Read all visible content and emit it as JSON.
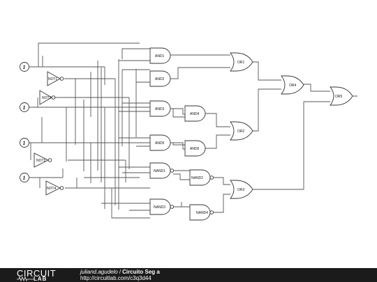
{
  "footer": {
    "logo_top": "CIRCUIT",
    "logo_bottom": "LAB",
    "author": "juliand.agudelo",
    "separator": "/",
    "title": "Circuito Seg a",
    "url": "http://circuitlab.com/c3q3d44"
  },
  "inputs": [
    {
      "label": "1"
    },
    {
      "label": "1"
    },
    {
      "label": "1"
    },
    {
      "label": "1"
    }
  ],
  "gates": [
    {
      "label": "NOT1"
    },
    {
      "label": "NOT2"
    },
    {
      "label": "NOT3"
    },
    {
      "label": "NOT4"
    },
    {
      "label": "AND1"
    },
    {
      "label": "AND2"
    },
    {
      "label": "AND3"
    },
    {
      "label": "AND4"
    },
    {
      "label": "AND5"
    },
    {
      "label": "AND6"
    },
    {
      "label": "NAND1"
    },
    {
      "label": "NAND2"
    },
    {
      "label": "NAND3"
    },
    {
      "label": "NAND4"
    },
    {
      "label": "OR1"
    },
    {
      "label": "OR2"
    },
    {
      "label": "OR3"
    },
    {
      "label": "OR4"
    },
    {
      "label": "OR5"
    }
  ]
}
